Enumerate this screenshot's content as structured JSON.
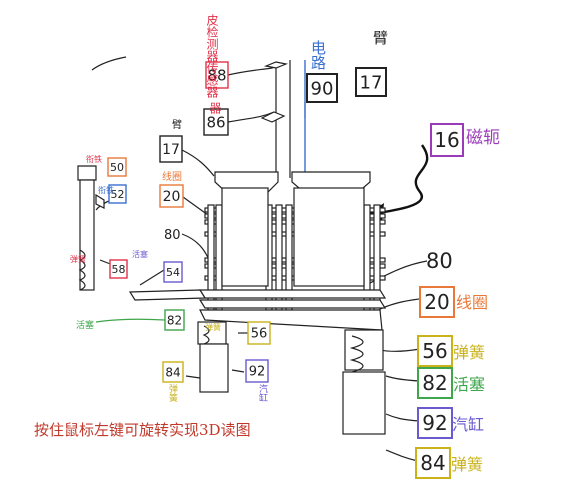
{
  "caption": "按住鼠标左键可旋转实现3D读图",
  "colors": {
    "ink": "#222222",
    "red": "#e0324a",
    "blue": "#3a6fd0",
    "purple": "#9b3bb8",
    "orange": "#e8793a",
    "gold": "#c9b21a",
    "green": "#3fa64c",
    "violet": "#6a5ad0",
    "brown": "#b5523c",
    "black": "#222222"
  },
  "tags": [
    {
      "key": "t88",
      "number": "88",
      "color": "red"
    },
    {
      "key": "t86",
      "number": "86",
      "color": "black"
    },
    {
      "key": "t90",
      "number": "90",
      "color": "black"
    },
    {
      "key": "t17top",
      "number": "17",
      "color": "black"
    },
    {
      "key": "t16",
      "number": "16",
      "color": "purple"
    },
    {
      "key": "t17left",
      "number": "17",
      "color": "black"
    },
    {
      "key": "t20left",
      "number": "20",
      "color": "orange"
    },
    {
      "key": "t50",
      "number": "50",
      "color": "orange"
    },
    {
      "key": "t52",
      "number": "52",
      "color": "blue"
    },
    {
      "key": "t58",
      "number": "58",
      "color": "red"
    },
    {
      "key": "t54",
      "number": "54",
      "color": "violet"
    },
    {
      "key": "t82left",
      "number": "82",
      "color": "green"
    },
    {
      "key": "t56left",
      "number": "56",
      "color": "gold"
    },
    {
      "key": "t84left",
      "number": "84",
      "color": "gold"
    },
    {
      "key": "t92left",
      "number": "92",
      "color": "violet"
    },
    {
      "key": "t20right",
      "number": "20",
      "color": "orange"
    },
    {
      "key": "t56right",
      "number": "56",
      "color": "gold"
    },
    {
      "key": "t82right",
      "number": "82",
      "color": "green"
    },
    {
      "key": "t92right",
      "number": "92",
      "color": "violet"
    },
    {
      "key": "t84right",
      "number": "84",
      "color": "gold"
    }
  ],
  "plain_numbers": [
    {
      "key": "n80left",
      "number": "80"
    },
    {
      "key": "n80right",
      "number": "80"
    }
  ],
  "labels": {
    "sensor": "皮检测器传感器",
    "sensor_lower": "器",
    "circuit": "电路",
    "arm_top": "臂",
    "yoke": "磁轭",
    "arm_left": "臂",
    "coil_left": "线圈",
    "coil_right": "线圈",
    "spring_right_56": "弹簧",
    "piston_right": "活塞",
    "cylinder_right": "汽缸",
    "spring_right_84": "弹簧",
    "piston_left": "活塞",
    "spring_left_84": "弹簧",
    "cylinder_left": "汽缸",
    "small_50": "衔铁",
    "small_52": "衔铁",
    "small_58": "弹簧",
    "small_54": "活塞",
    "small_56": "弹簧"
  }
}
